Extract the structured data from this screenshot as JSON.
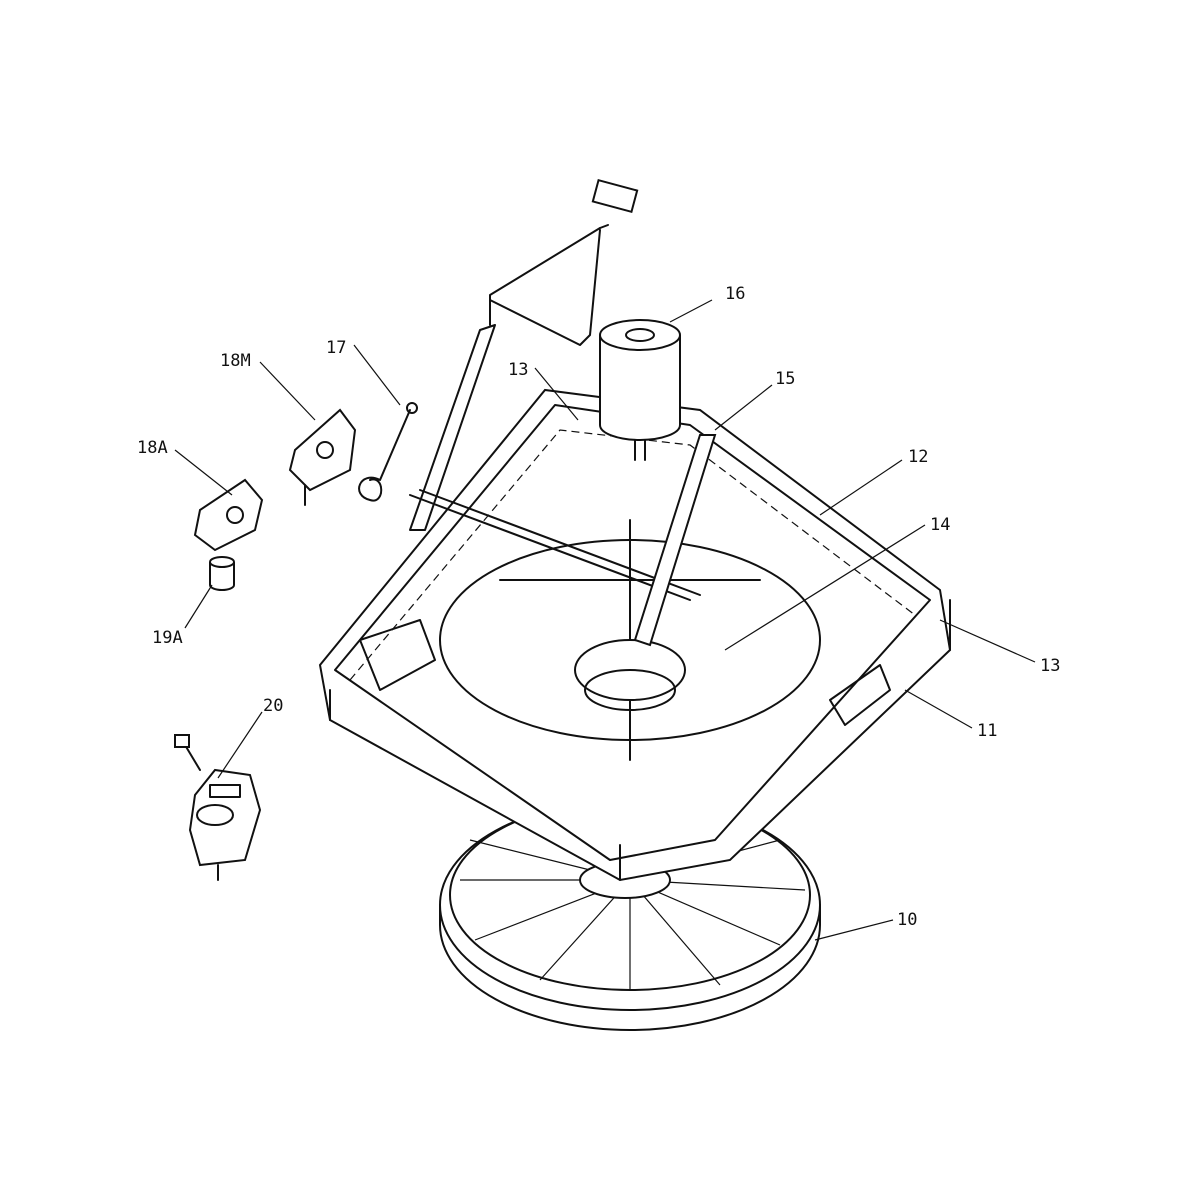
{
  "diagram": {
    "type": "exploded-parts-view",
    "callouts": [
      {
        "id": "label-16",
        "text": "16"
      },
      {
        "id": "label-17",
        "text": "17"
      },
      {
        "id": "label-18M",
        "text": "18M"
      },
      {
        "id": "label-13-top",
        "text": "13"
      },
      {
        "id": "label-15",
        "text": "15"
      },
      {
        "id": "label-18A",
        "text": "18A"
      },
      {
        "id": "label-12",
        "text": "12"
      },
      {
        "id": "label-14",
        "text": "14"
      },
      {
        "id": "label-19A",
        "text": "19A"
      },
      {
        "id": "label-13-right",
        "text": "13"
      },
      {
        "id": "label-11",
        "text": "11"
      },
      {
        "id": "label-20",
        "text": "20"
      },
      {
        "id": "label-10",
        "text": "10"
      }
    ]
  }
}
